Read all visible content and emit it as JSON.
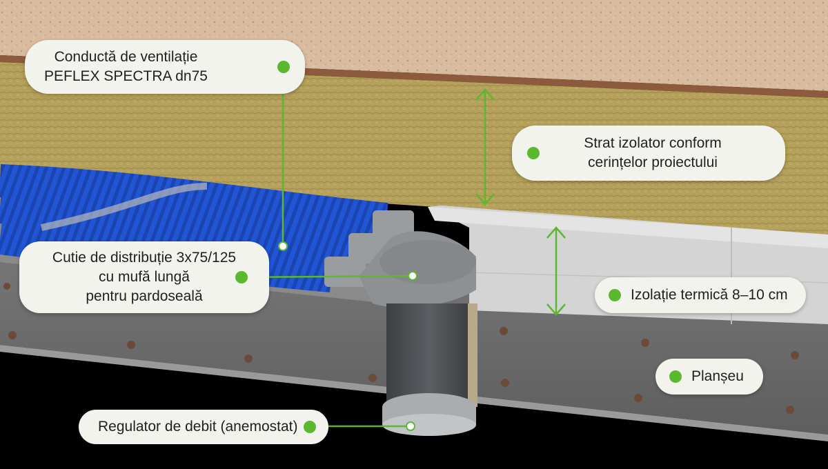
{
  "colors": {
    "accent": "#5cb82f",
    "label_bg": "#f3f3ee",
    "floor_finish": "#d6b79c",
    "wool_insulation": "#b8a45c",
    "thermal_insulation": "#d8d8d8",
    "slab": "#6e6e6e",
    "duct_blue": "#1f4fd0",
    "box_gray": "#8f9295"
  },
  "labels": {
    "duct": "Conductă de ventilație\nPEFLEX SPECTRA dn75",
    "insulation_layer": "Strat izolator conform\ncerințelor proiectului",
    "distribution_box": "Cutie de distribuție 3x75/125\ncu mufă lungă\npentru pardoseală",
    "thermal": "Izolație termică 8–10 cm",
    "slab": "Planșeu",
    "regulator": "Regulator de debit (anemostat)"
  }
}
